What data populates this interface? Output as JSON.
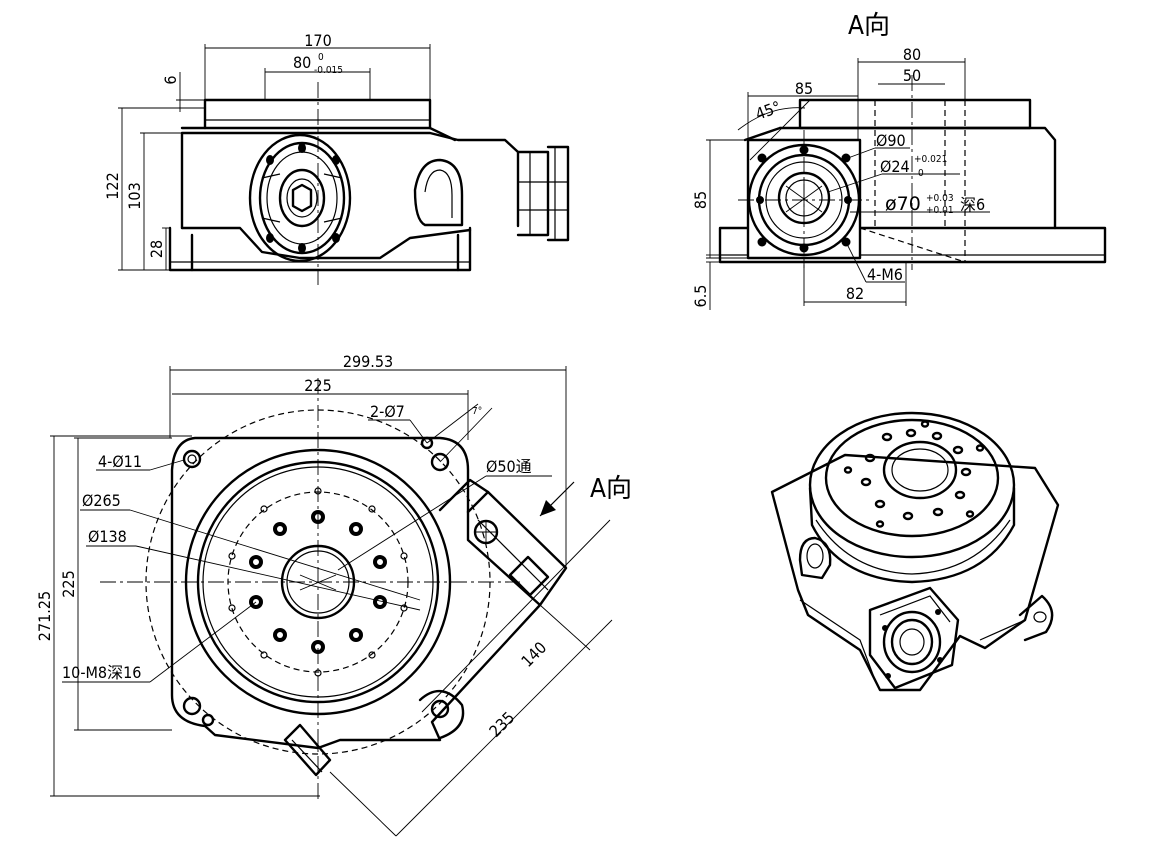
{
  "view_a_title": "A向",
  "arrow_label": "A向",
  "front_view": {
    "dim_width": "170",
    "dim_boss": "80",
    "dim_boss_upper": "0",
    "dim_boss_lower": "-0.015",
    "dim_boss_height": "6",
    "dim_total_height": "122",
    "dim_body_height": "103",
    "dim_base_height": "28"
  },
  "a_view": {
    "dim_80": "80",
    "dim_50": "50",
    "dim_85_top": "85",
    "angle": "45°",
    "dia90": "Ø90",
    "dia24": "Ø24",
    "dia24_upper": "+0.021",
    "dia24_lower": "0",
    "dia70": "ø70",
    "dia70_upper": "+0.03",
    "dia70_lower": "+0.01",
    "dia70_suffix": "深6",
    "dim_85_left": "85",
    "dim_6_5": "6.5",
    "tap_holes": "4-M6",
    "dim_82": "82"
  },
  "top_view": {
    "dim_29953": "299.53",
    "dim_225_top": "225",
    "holes_7": "2-Ø7",
    "angle_7": "7°",
    "holes_11": "4-Ø11",
    "thru_50": "Ø50通",
    "dia265": "Ø265",
    "dia138": "Ø138",
    "dim_27125": "271.25",
    "dim_225_left": "225",
    "tapped": "10-M8深16",
    "dim_140": "140",
    "dim_235": "235"
  }
}
